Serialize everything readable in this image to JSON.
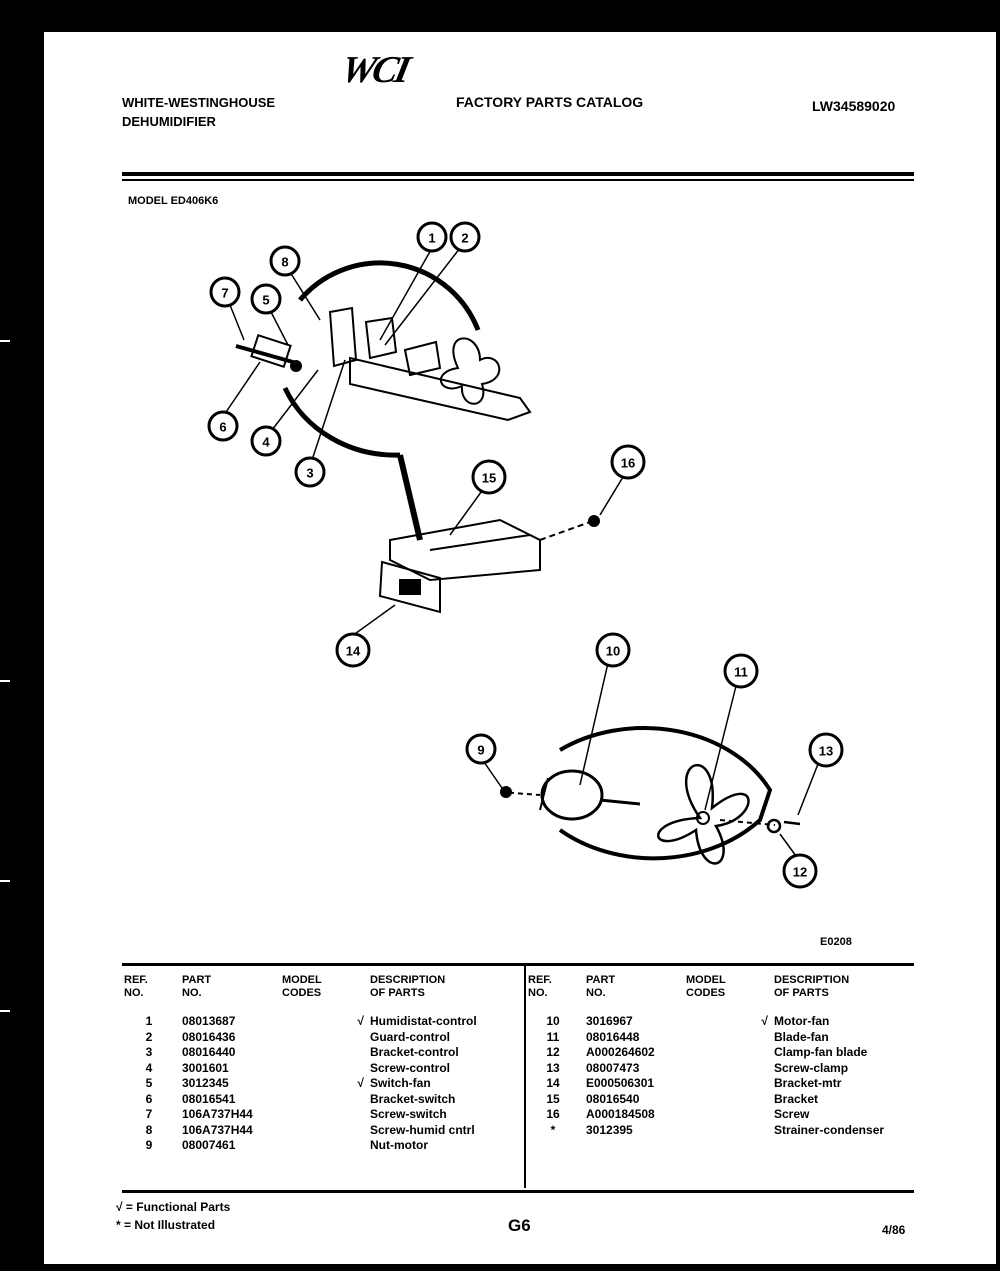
{
  "header": {
    "brand_line1": "WHITE-WESTINGHOUSE",
    "brand_line2": "DEHUMIDIFIER",
    "logo": "WCI",
    "catalog_title": "FACTORY PARTS CATALOG",
    "catalog_number": "LW34589020",
    "model_label": "MODEL ED406K6"
  },
  "diagram": {
    "figure_code": "E0208",
    "callouts": [
      "1",
      "2",
      "3",
      "4",
      "5",
      "6",
      "7",
      "8",
      "9",
      "10",
      "11",
      "12",
      "13",
      "14",
      "15",
      "16"
    ]
  },
  "table_headers": {
    "ref_no_1": "REF.",
    "ref_no_2": "NO.",
    "part_no_1": "PART",
    "part_no_2": "NO.",
    "model_codes_1": "MODEL",
    "model_codes_2": "CODES",
    "description_1": "DESCRIPTION",
    "description_2": "OF PARTS"
  },
  "parts_left": [
    {
      "ref": "1",
      "part": "08013687",
      "code": "",
      "functional": "√",
      "desc": "Humidistat-control"
    },
    {
      "ref": "2",
      "part": "08016436",
      "code": "",
      "functional": "",
      "desc": "Guard-control"
    },
    {
      "ref": "3",
      "part": "08016440",
      "code": "",
      "functional": "",
      "desc": "Bracket-control"
    },
    {
      "ref": "4",
      "part": "3001601",
      "code": "",
      "functional": "",
      "desc": "Screw-control"
    },
    {
      "ref": "5",
      "part": "3012345",
      "code": "",
      "functional": "√",
      "desc": "Switch-fan"
    },
    {
      "ref": "6",
      "part": "08016541",
      "code": "",
      "functional": "",
      "desc": "Bracket-switch"
    },
    {
      "ref": "7",
      "part": "106A737H44",
      "code": "",
      "functional": "",
      "desc": "Screw-switch"
    },
    {
      "ref": "8",
      "part": "106A737H44",
      "code": "",
      "functional": "",
      "desc": "Screw-humid cntrl"
    },
    {
      "ref": "9",
      "part": "08007461",
      "code": "",
      "functional": "",
      "desc": "Nut-motor"
    }
  ],
  "parts_right": [
    {
      "ref": "10",
      "part": "3016967",
      "code": "",
      "functional": "√",
      "desc": "Motor-fan"
    },
    {
      "ref": "11",
      "part": "08016448",
      "code": "",
      "functional": "",
      "desc": "Blade-fan"
    },
    {
      "ref": "12",
      "part": "A000264602",
      "code": "",
      "functional": "",
      "desc": "Clamp-fan blade"
    },
    {
      "ref": "13",
      "part": "08007473",
      "code": "",
      "functional": "",
      "desc": "Screw-clamp"
    },
    {
      "ref": "14",
      "part": "E000506301",
      "code": "",
      "functional": "",
      "desc": "Bracket-mtr"
    },
    {
      "ref": "15",
      "part": "08016540",
      "code": "",
      "functional": "",
      "desc": "Bracket"
    },
    {
      "ref": "16",
      "part": "A000184508",
      "code": "",
      "functional": "",
      "desc": "Screw"
    },
    {
      "ref": "*",
      "part": "3012395",
      "code": "",
      "functional": "",
      "desc": "Strainer-condenser"
    }
  ],
  "legend": {
    "functional": "√ = Functional Parts",
    "not_illustrated": "* = Not Illustrated"
  },
  "footer": {
    "page_code": "G6",
    "date": "4/86"
  }
}
